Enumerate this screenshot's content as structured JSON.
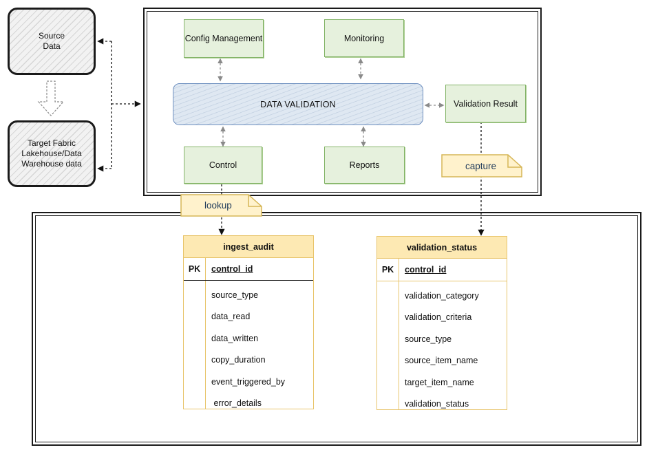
{
  "source_box": {
    "line1": "Source",
    "line2": "Data"
  },
  "target_box": {
    "line1": "Target Fabric",
    "line2": "Lakehouse/Data",
    "line3": "Warehouse data"
  },
  "components": {
    "config": "Config Management",
    "monitoring": "Monitoring",
    "data_validation": "DATA VALIDATION",
    "validation_result": "Validation Result",
    "control": "Control",
    "reports": "Reports"
  },
  "notes": {
    "capture": "capture",
    "lookup": "lookup"
  },
  "tables": {
    "ingest_audit": {
      "name": "ingest_audit",
      "pk_label": "PK",
      "pk_field": "control_id",
      "fields": [
        "source_type",
        "data_read",
        "data_written",
        "copy_duration",
        "event_triggered_by",
        " error_details"
      ]
    },
    "validation_status": {
      "name": "validation_status",
      "pk_label": "PK",
      "pk_field": "control_id",
      "fields": [
        "validation_category",
        "validation_criteria",
        "source_type",
        "source_item_name",
        "target_item_name",
        "validation_status"
      ]
    }
  },
  "colors": {
    "green_fill": "#e6f1dd",
    "green_stroke": "#82b366",
    "blue_fill": "#dfe8f2",
    "blue_stroke": "#6c8ebf",
    "note_fill": "#fff2cc",
    "note_stroke": "#d6b656",
    "table_header": "#fde9b3",
    "table_stroke": "#e8c46a"
  }
}
